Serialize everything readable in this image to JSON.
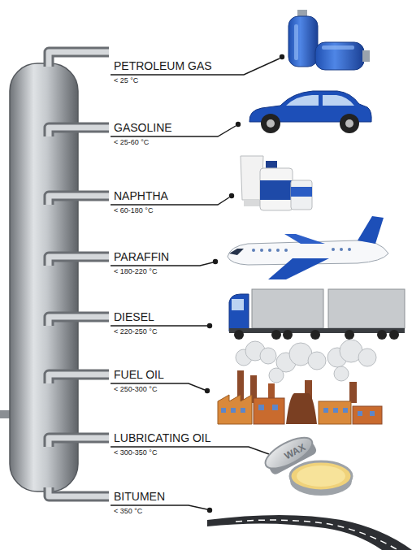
{
  "diagram": {
    "labels": [
      "PETROLEUM GAS",
      "< 25 °C",
      "GASOLINE",
      "< 25-60 °C",
      "NAPHTHA",
      "< 60-180 °C",
      "PARAFFIN",
      "< 180-220 °C",
      "DIESEL",
      "< 220-250 °C",
      "FUEL OIL",
      "< 250-300 °C",
      "LUBRICATING OIL",
      "< 300-350 °C",
      "BITUMEN",
      "< 350 °C",
      "WAX"
    ]
  }
}
